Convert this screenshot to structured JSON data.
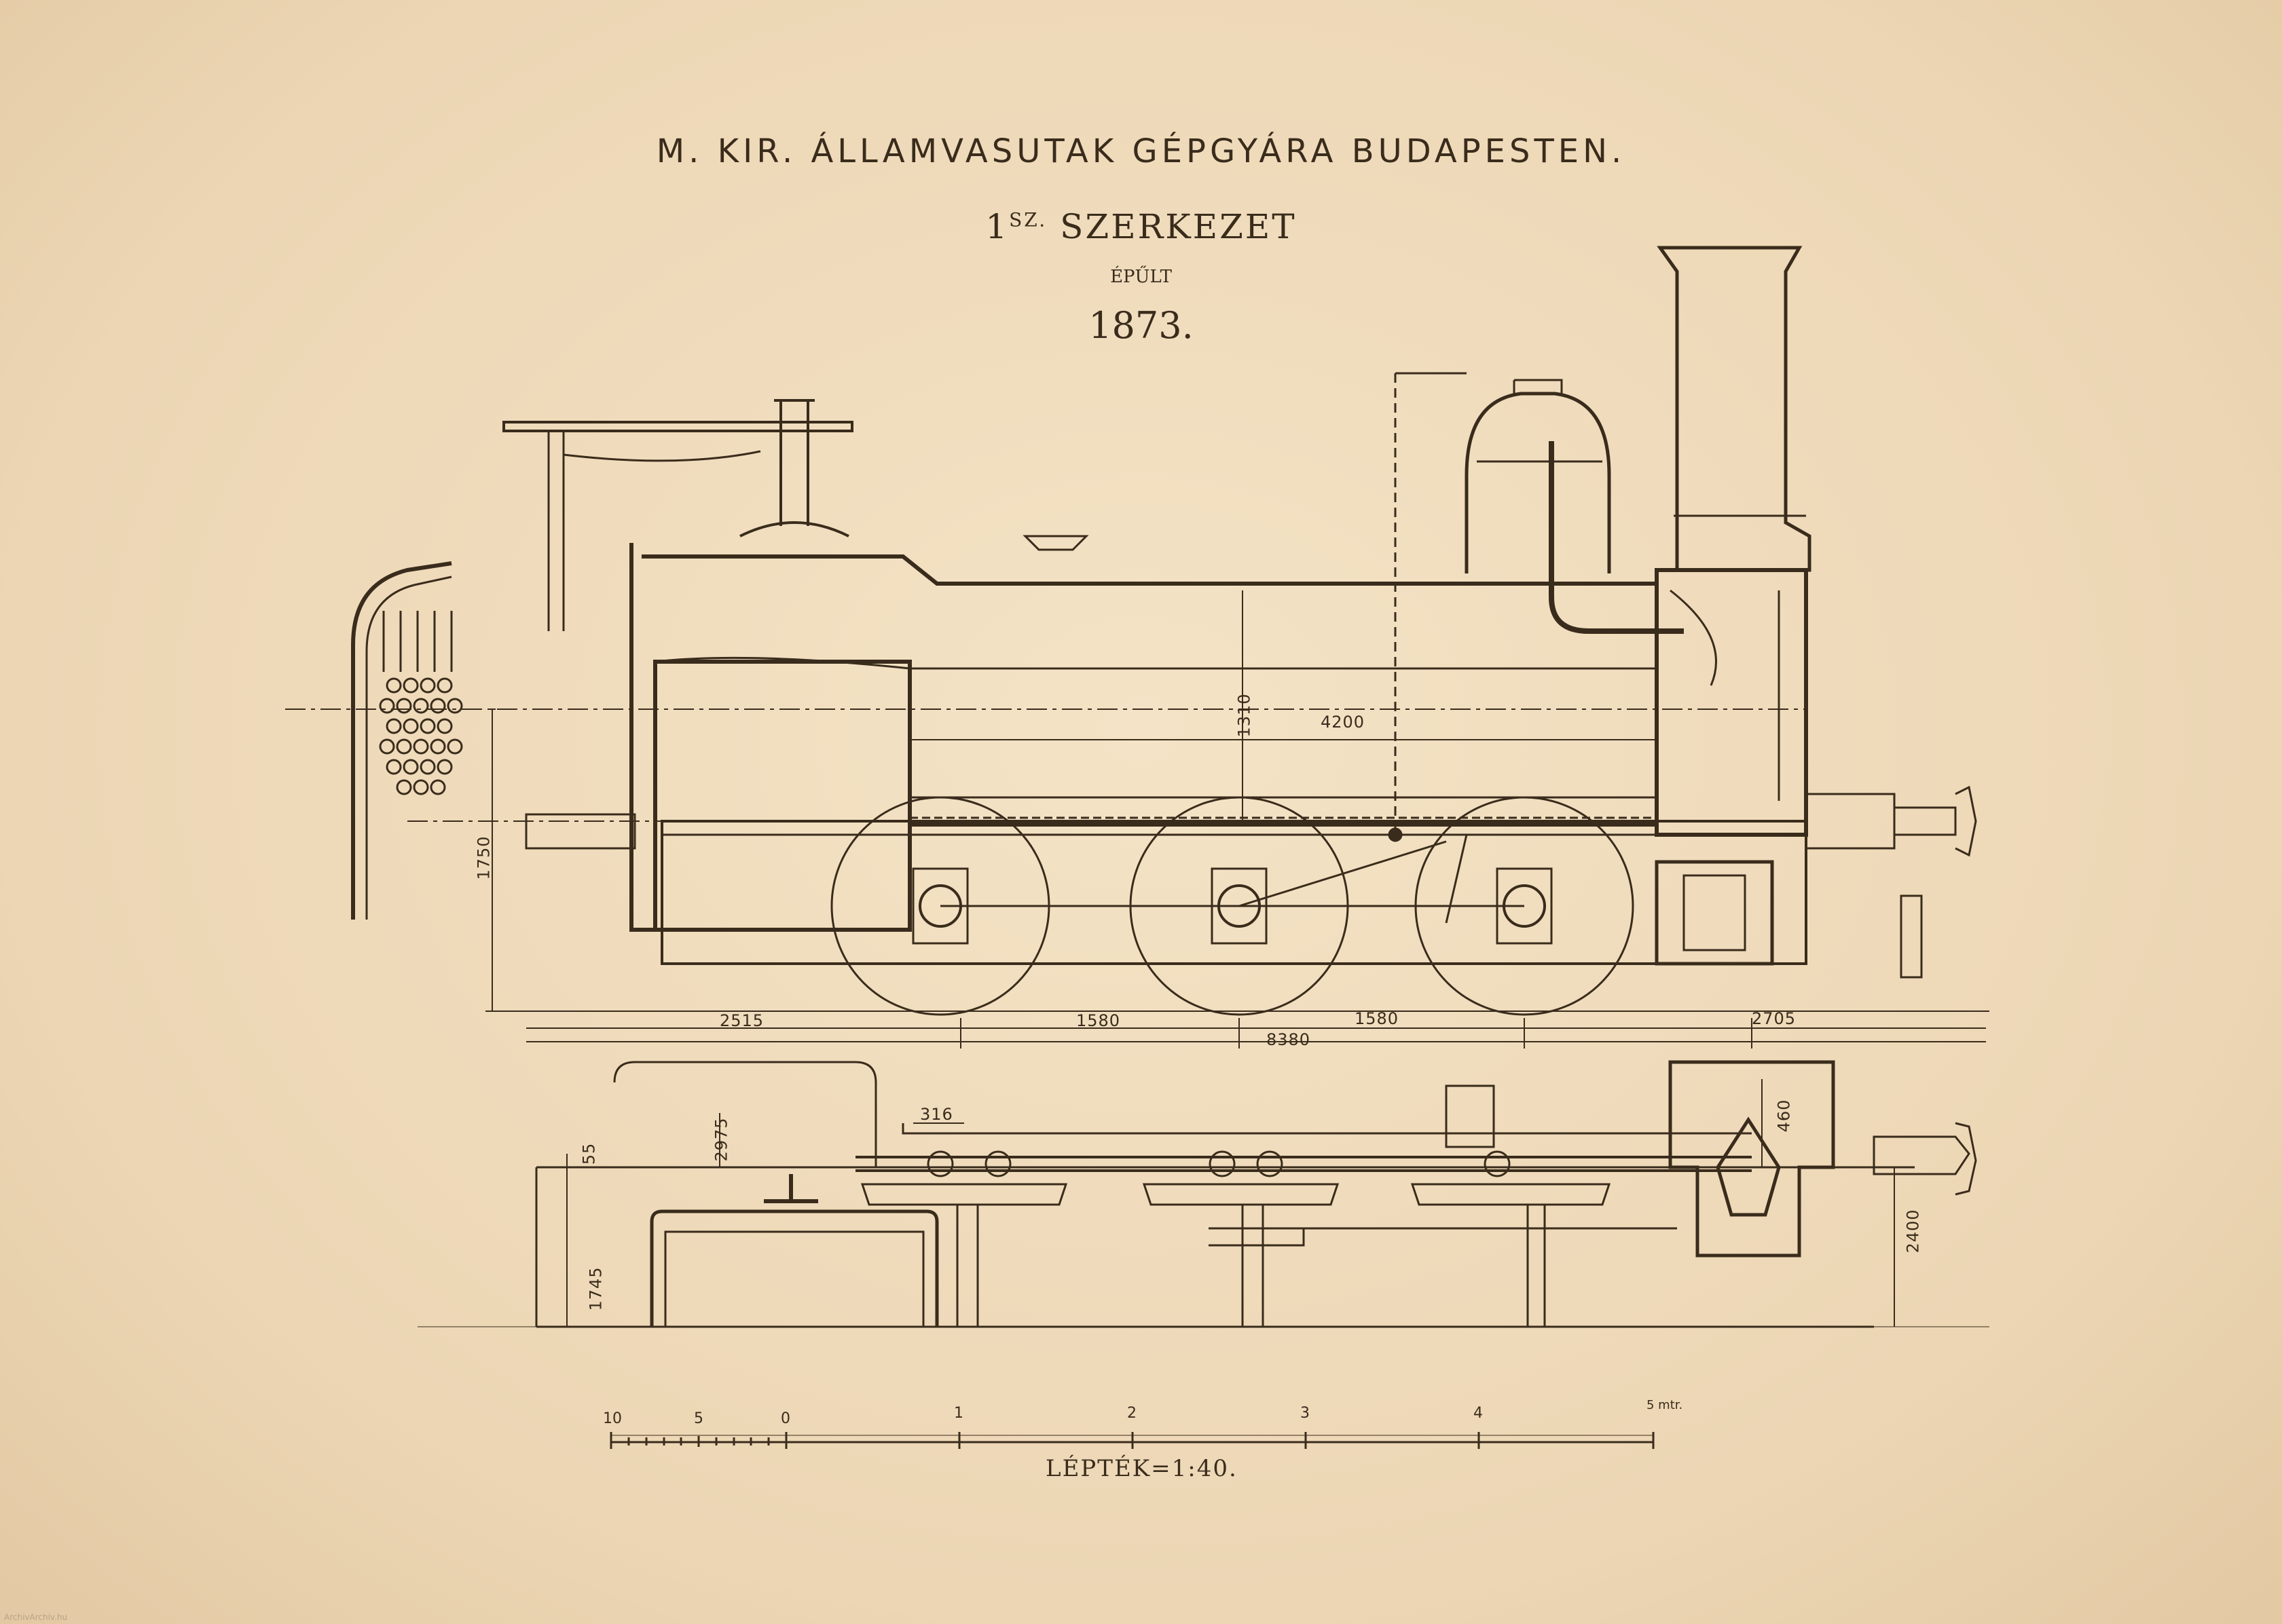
{
  "plate": {
    "heading": "M. KIR. ÁLLAMVASUTAK GÉPGYÁRA BUDAPESTEN.",
    "design_number": "1",
    "design_suffix": "SZ.",
    "design_word": "SZERKEZET",
    "built_label": "ÉPŰLT",
    "year": "1873."
  },
  "dimensions": {
    "height_1750": "1750",
    "boiler_1310": "1310",
    "tube_length_4200": "4200",
    "front_overhang": "2515",
    "wheelbase_1": "1580",
    "wheelbase_2": "1580",
    "rear_overhang": "2705",
    "total_length": "8380",
    "plan_316": "316",
    "plan_55": "55",
    "plan_2975": "2975",
    "plan_1745": "1745",
    "plan_460": "460",
    "plan_2400": "2400"
  },
  "scale_bar": {
    "ticks": [
      "10",
      "5",
      "0",
      "1",
      "2",
      "3",
      "4",
      "5 mtr."
    ],
    "label_word": "LÉPTÉK",
    "label_ratio": "=1:40."
  },
  "watermark": "ArchivArchiv.hu"
}
